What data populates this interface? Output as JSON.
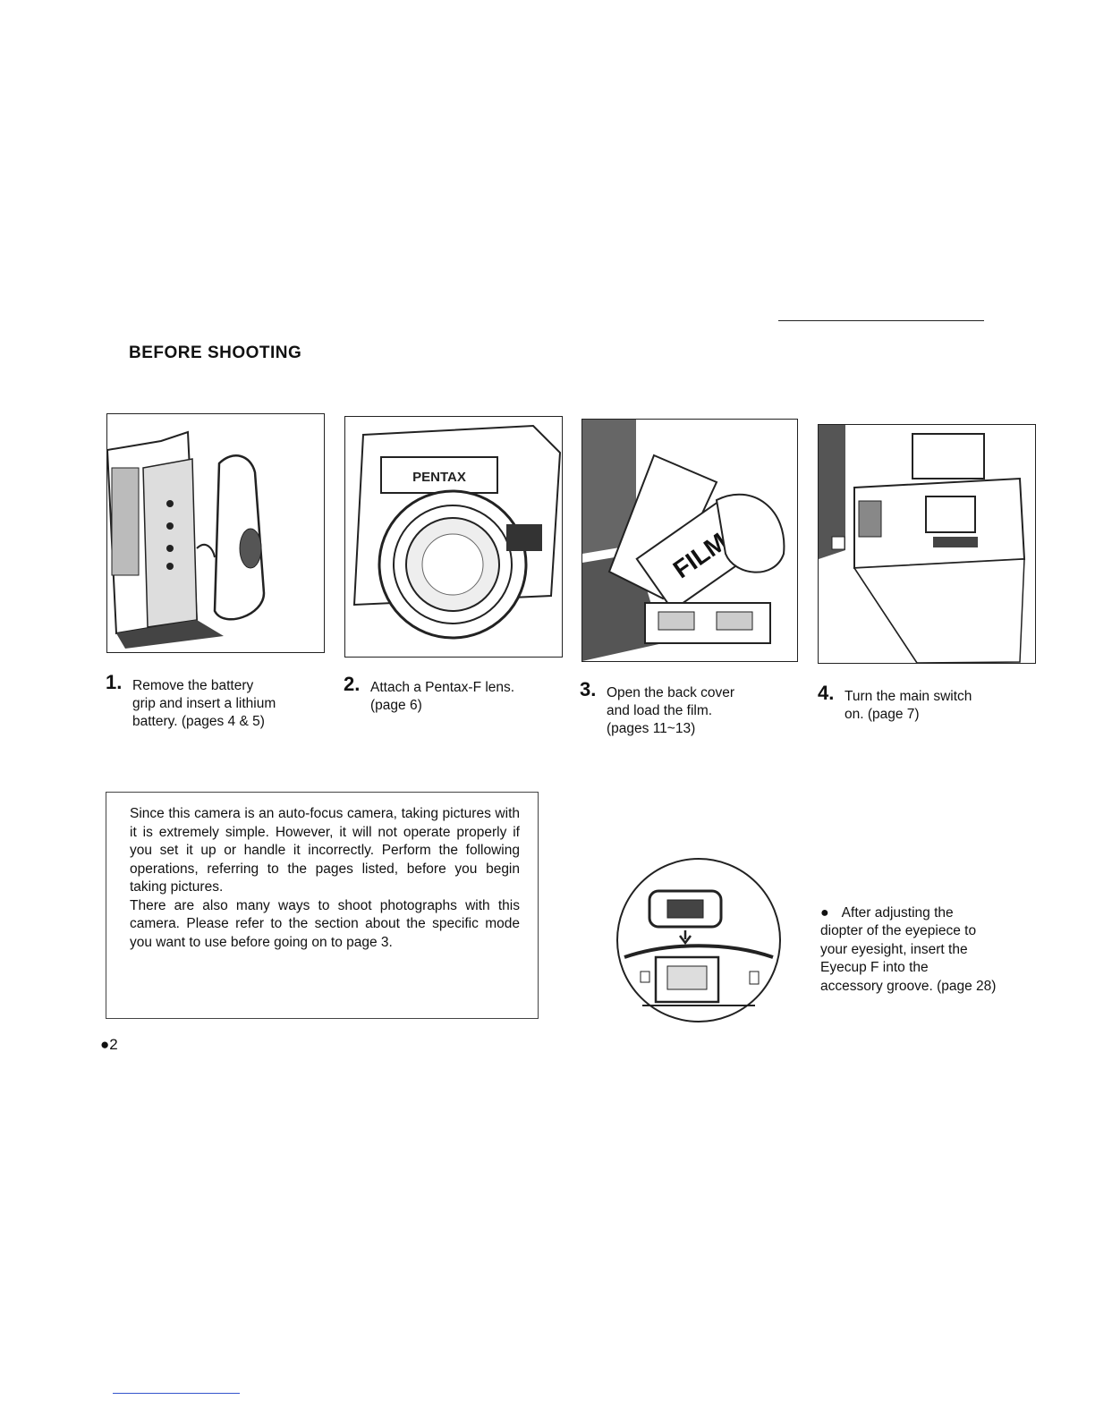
{
  "section_title": "BEFORE SHOOTING",
  "steps": [
    {
      "number": "1.",
      "text": "Remove the battery\ngrip and insert a lithium\nbattery. (pages 4 & 5)"
    },
    {
      "number": "2.",
      "text": "Attach a Pentax-F lens.\n(page 6)"
    },
    {
      "number": "3.",
      "text": "Open the back cover\nand load the film.\n(pages 11~13)"
    },
    {
      "number": "4.",
      "text": "Turn the main switch\non. (page 7)"
    }
  ],
  "illustrations": {
    "lens_brand": "PENTAX",
    "film_label": "FILM"
  },
  "notice": "Since this camera is an auto-focus camera, taking pictures with it is extremely simple. However, it will not operate properly if you set it up or handle it incorrectly. Perform the following operations, referring to the pages listed, before you begin taking pictures.\nThere are also many ways to shoot photographs with this camera. Please refer to the section about the specific mode you want to use before going on to page 3.",
  "eyecup_note": {
    "bullet": "●",
    "text": "After adjusting the\ndiopter of the eyepiece to\nyour eyesight, insert the\nEyecup F into the\naccessory groove. (page 28)"
  },
  "page_number": "●2"
}
